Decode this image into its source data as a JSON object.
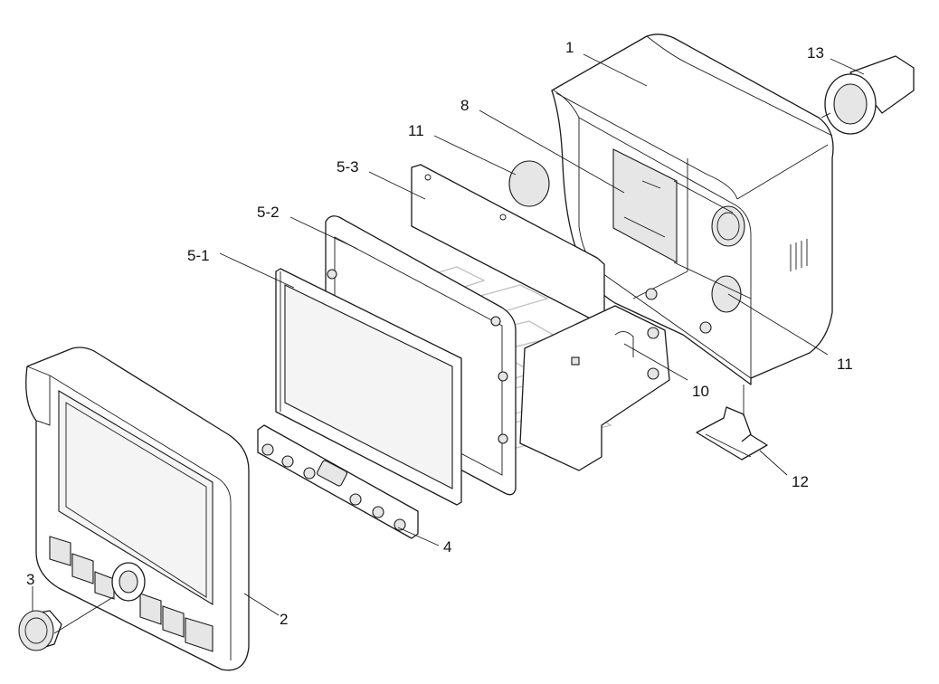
{
  "callouts": {
    "c1": "1",
    "c2": "2",
    "c3": "3",
    "c4": "4",
    "c5_1": "5-1",
    "c5_2": "5-2",
    "c5_3": "5-3",
    "c8": "8",
    "c10": "10",
    "c11_top": "11",
    "c11_right": "11",
    "c12": "12",
    "c13": "13"
  },
  "colors": {
    "line": "#1a1a1a",
    "background": "#ffffff",
    "watermark": "#9a9a9a"
  }
}
